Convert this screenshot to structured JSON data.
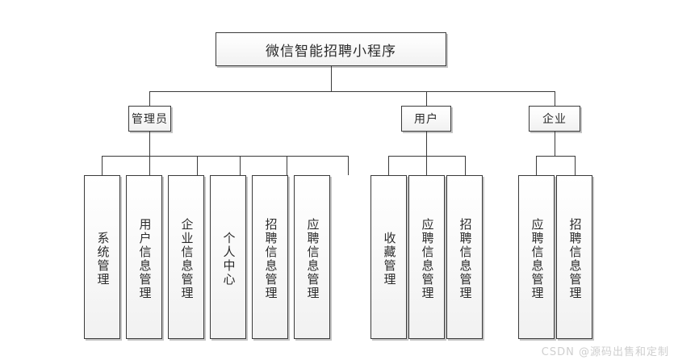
{
  "diagram": {
    "type": "organization-tree",
    "title": "微信智能招聘小程序",
    "root": {
      "label": "微信智能招聘小程序"
    },
    "branches": [
      {
        "id": "admin",
        "label": "管理员",
        "children": [
          {
            "label": "系统管理"
          },
          {
            "label": "用户信息管理"
          },
          {
            "label": "企业信息管理"
          },
          {
            "label": "个人中心"
          },
          {
            "label": "招聘信息管理"
          },
          {
            "label": "应聘信息管理"
          }
        ]
      },
      {
        "id": "user",
        "label": "用户",
        "children": [
          {
            "label": "收藏管理"
          },
          {
            "label": "应聘信息管理"
          },
          {
            "label": "招聘信息管理"
          }
        ]
      },
      {
        "id": "enterprise",
        "label": "企业",
        "children": [
          {
            "label": "应聘信息管理"
          },
          {
            "label": "招聘信息管理"
          }
        ]
      }
    ]
  },
  "watermark": {
    "text": "CSDN @源码出售和定制"
  },
  "colors": {
    "background": "#ffffff",
    "box_border": "#3a3a3a",
    "box_fill_top": "#ffffff",
    "box_fill_bottom": "#f1f1f1",
    "box_shadow": "#969696",
    "line": "#3a3a3a",
    "text": "#2b2b2b",
    "watermark": "#cfcfcf"
  }
}
